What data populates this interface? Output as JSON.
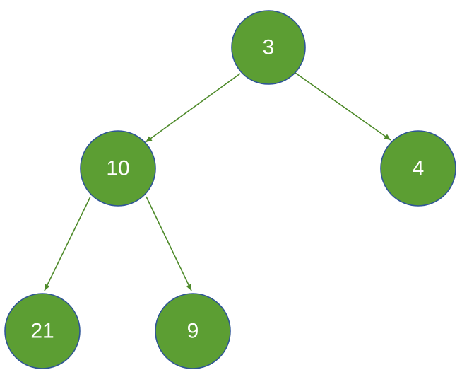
{
  "colors": {
    "node_fill": "#5c9e33",
    "node_stroke": "#2f5597",
    "edge": "#4e8a2a",
    "label": "#ffffff"
  },
  "tree": {
    "nodes": [
      {
        "id": "n3",
        "label": "3"
      },
      {
        "id": "n10",
        "label": "10"
      },
      {
        "id": "n4",
        "label": "4"
      },
      {
        "id": "n21",
        "label": "21"
      },
      {
        "id": "n9",
        "label": "9"
      }
    ],
    "edges": [
      {
        "from": "n3",
        "to": "n10"
      },
      {
        "from": "n3",
        "to": "n4"
      },
      {
        "from": "n10",
        "to": "n21"
      },
      {
        "from": "n10",
        "to": "n9"
      }
    ]
  }
}
